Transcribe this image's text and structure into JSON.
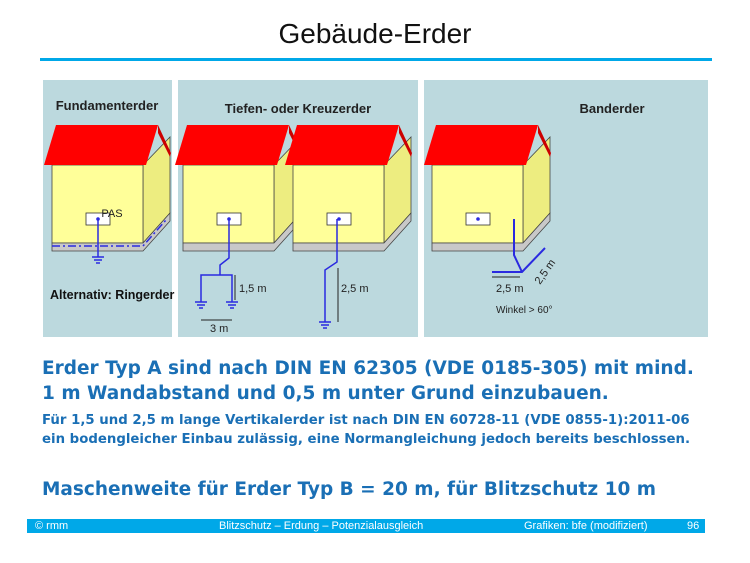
{
  "title": "Gebäude-Erder",
  "figure": {
    "panel1": {
      "heading": "Fundamenterder",
      "pas": "PAS",
      "caption": "Alternativ: Ringerder"
    },
    "panel2": {
      "heading": "Tiefen- oder Kreuzerder",
      "depth1": "1,5 m",
      "spacing": "3 m",
      "depth2": "2,5 m"
    },
    "panel3": {
      "heading": "Banderder",
      "len1": "2,5 m",
      "len2": "2,5 m",
      "angle": "Winkel > 60°"
    },
    "colors": {
      "panel": "#bcd9de",
      "roof": "#ff0000",
      "wall": "#ffff99",
      "conductor": "#2a2ae0"
    }
  },
  "body": {
    "line1": "Erder Typ A sind nach DIN EN 62305 (VDE 0185-305) mit mind.",
    "line2": "1 m Wandabstand und 0,5 m unter Grund einzubauen.",
    "line3": "Für 1,5 und 2,5 m lange Vertikalerder ist nach DIN EN 60728-11 (VDE 0855-1):2011-06",
    "line4": "ein bodengleicher Einbau zulässig, eine Normangleichung jedoch bereits beschlossen.",
    "line5": "Maschenweite für Erder Typ B = 20 m, für Blitzschutz 10 m"
  },
  "footer": {
    "copyright": "© rmm",
    "topic": "Blitzschutz – Erdung – Potenzialausgleich",
    "credits": "Grafiken: bfe (modifiziert)",
    "page": "96"
  }
}
